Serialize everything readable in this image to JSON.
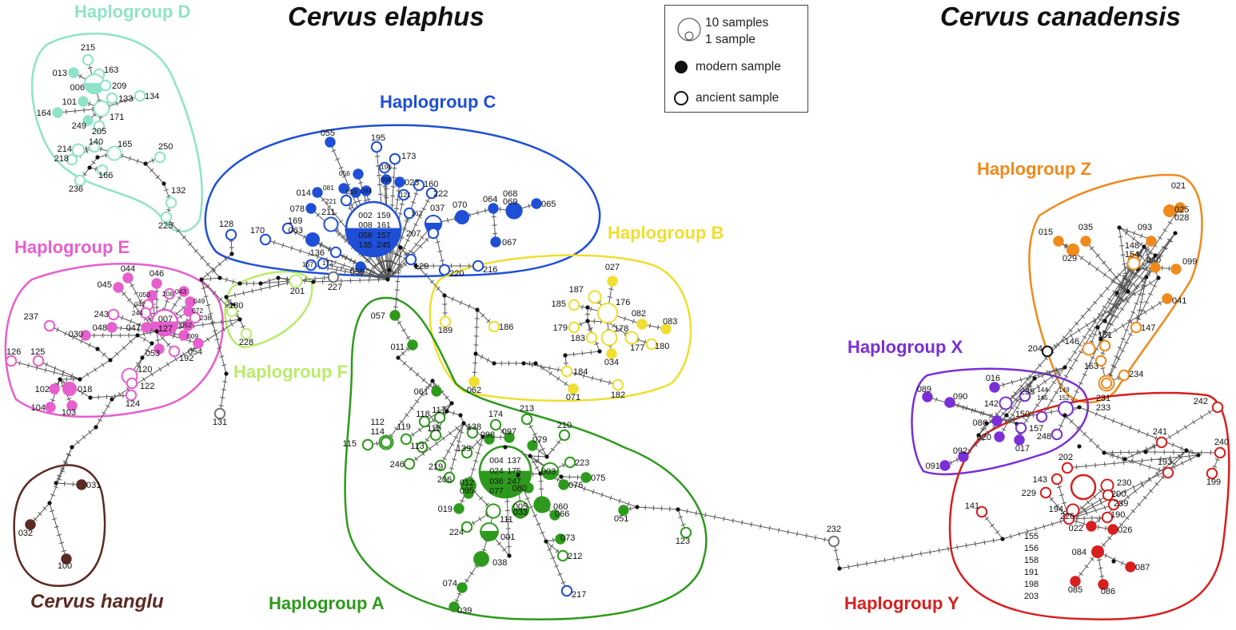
{
  "species": {
    "elaphus": "Cervus elaphus",
    "canadensis": "Cervus canadensis",
    "hanglu": "Cervus hanglu"
  },
  "haplogroups": {
    "A": {
      "label": "Haplogroup A",
      "color": "#2e9a1d"
    },
    "B": {
      "label": "Haplogroup B",
      "color": "#f0de30"
    },
    "C": {
      "label": "Haplogroup C",
      "color": "#1f4fd6"
    },
    "D": {
      "label": "Haplogroup D",
      "color": "#8fe3c8"
    },
    "E": {
      "label": "Haplogroup E",
      "color": "#e65fce"
    },
    "F": {
      "label": "Haplogroup F",
      "color": "#b8ec6a"
    },
    "X": {
      "label": "Haplogroup X",
      "color": "#7b2fd6"
    },
    "Y": {
      "label": "Haplogroup Y",
      "color": "#d81f1f"
    },
    "Z": {
      "label": "Haplogroup Z",
      "color": "#ef8a1c"
    },
    "hanglu": {
      "color": "#5b2a22"
    }
  },
  "legend": {
    "size_10": "10 samples",
    "size_1": "1 sample",
    "modern": "modern sample",
    "ancient": "ancient sample"
  },
  "nodes": [
    {
      "id": "215",
      "g": "D",
      "t": "a"
    },
    {
      "id": "163",
      "g": "D",
      "t": "a"
    },
    {
      "id": "013",
      "g": "D",
      "t": "m"
    },
    {
      "id": "006",
      "g": "D",
      "t": "h",
      "n": 8
    },
    {
      "id": "209",
      "g": "D",
      "t": "a"
    },
    {
      "id": "133",
      "g": "D",
      "t": "a"
    },
    {
      "id": "134",
      "g": "D",
      "t": "a"
    },
    {
      "id": "101",
      "g": "D",
      "t": "m"
    },
    {
      "id": "164",
      "g": "D",
      "t": "m"
    },
    {
      "id": "249",
      "g": "D",
      "t": "m"
    },
    {
      "id": "171",
      "g": "D",
      "t": "a",
      "n": 4
    },
    {
      "id": "205",
      "g": "D",
      "t": "a"
    },
    {
      "id": "214",
      "g": "D",
      "t": "a",
      "n": 2
    },
    {
      "id": "218",
      "g": "D",
      "t": "a"
    },
    {
      "id": "140",
      "g": "D",
      "t": "a"
    },
    {
      "id": "165",
      "g": "D",
      "t": "a",
      "n": 3
    },
    {
      "id": "166",
      "g": "D",
      "t": "a"
    },
    {
      "id": "236",
      "g": "D",
      "t": "a"
    },
    {
      "id": "250",
      "g": "D",
      "t": "a"
    },
    {
      "id": "132",
      "g": "D",
      "t": "a"
    },
    {
      "id": "225",
      "g": "D",
      "t": "a"
    },
    {
      "id": "044",
      "g": "E",
      "t": "m"
    },
    {
      "id": "046",
      "g": "E",
      "t": "m"
    },
    {
      "id": "045",
      "g": "E",
      "t": "m"
    },
    {
      "id": "050",
      "g": "E",
      "t": "m"
    },
    {
      "id": "208",
      "g": "E",
      "t": "a"
    },
    {
      "id": "043",
      "g": "E",
      "t": "m"
    },
    {
      "id": "049",
      "g": "E",
      "t": "m"
    },
    {
      "id": "072",
      "g": "E",
      "t": "m"
    },
    {
      "id": "042",
      "g": "E",
      "t": "a"
    },
    {
      "id": "244",
      "g": "E",
      "t": "a"
    },
    {
      "id": "243",
      "g": "E",
      "t": "a"
    },
    {
      "id": "238",
      "g": "E",
      "t": "a"
    },
    {
      "id": "237",
      "g": "E",
      "t": "a"
    },
    {
      "id": "048",
      "g": "E",
      "t": "m"
    },
    {
      "id": "047",
      "g": "E",
      "t": "m"
    },
    {
      "id": "052",
      "g": "E",
      "t": "m"
    },
    {
      "id": "030",
      "g": "E",
      "t": "m"
    },
    {
      "id": "009",
      "g": "E",
      "t": "m"
    },
    {
      "id": "054",
      "g": "E",
      "t": "m"
    },
    {
      "id": "053",
      "g": "E",
      "t": "m"
    },
    {
      "id": "192",
      "g": "E",
      "t": "a"
    },
    {
      "id": "126",
      "g": "E",
      "t": "a"
    },
    {
      "id": "125",
      "g": "E",
      "t": "a"
    },
    {
      "id": "120",
      "g": "E",
      "t": "a",
      "n": 4
    },
    {
      "id": "122",
      "g": "E",
      "t": "a"
    },
    {
      "id": "102",
      "g": "E",
      "t": "m"
    },
    {
      "id": "018",
      "g": "E",
      "t": "m",
      "n": 3
    },
    {
      "id": "124",
      "g": "E",
      "t": "a"
    },
    {
      "id": "104",
      "g": "E",
      "t": "m"
    },
    {
      "id": "103",
      "g": "E",
      "t": "m"
    },
    {
      "id": "130",
      "g": "F",
      "t": "a"
    },
    {
      "id": "201",
      "g": "F",
      "t": "a",
      "n": 2
    },
    {
      "id": "228",
      "g": "F",
      "t": "a"
    },
    {
      "id": "131",
      "g": "O",
      "t": "a"
    },
    {
      "id": "227",
      "g": "O",
      "t": "a"
    },
    {
      "id": "055",
      "g": "C",
      "t": "m"
    },
    {
      "id": "195",
      "g": "C",
      "t": "a"
    },
    {
      "id": "173",
      "g": "C",
      "t": "a"
    },
    {
      "id": "196",
      "g": "C",
      "t": "a"
    },
    {
      "id": "056",
      "g": "C",
      "t": "m"
    },
    {
      "id": "096",
      "g": "C",
      "t": "m"
    },
    {
      "id": "023",
      "g": "C",
      "t": "m"
    },
    {
      "id": "160",
      "g": "C",
      "t": "a"
    },
    {
      "id": "081",
      "g": "C",
      "t": "m"
    },
    {
      "id": "010",
      "g": "C",
      "t": "m"
    },
    {
      "id": "094",
      "g": "C",
      "t": "m"
    },
    {
      "id": "121",
      "g": "C",
      "t": "a"
    },
    {
      "id": "222",
      "g": "C",
      "t": "a"
    },
    {
      "id": "014",
      "g": "C",
      "t": "m"
    },
    {
      "id": "221",
      "g": "C",
      "t": "a"
    },
    {
      "id": "162",
      "g": "C",
      "t": "a"
    },
    {
      "id": "078",
      "g": "C",
      "t": "m"
    },
    {
      "id": "037",
      "g": "C",
      "t": "h",
      "n": 5
    },
    {
      "id": "070",
      "g": "C",
      "t": "m",
      "n": 3
    },
    {
      "id": "064",
      "g": "C",
      "t": "m"
    },
    {
      "id": "068",
      "g": "C",
      "t": "m",
      "n": 5
    },
    {
      "id": "069",
      "g": "C",
      "t": "m"
    },
    {
      "id": "065",
      "g": "C",
      "t": "m"
    },
    {
      "id": "128",
      "g": "C",
      "t": "a"
    },
    {
      "id": "169",
      "g": "C",
      "t": "a"
    },
    {
      "id": "211",
      "g": "C",
      "t": "a",
      "n": 3
    },
    {
      "id": "170",
      "g": "C",
      "t": "a"
    },
    {
      "id": "063",
      "g": "C",
      "t": "m",
      "n": 3
    },
    {
      "id": "207",
      "g": "C",
      "t": "a"
    },
    {
      "id": "067",
      "g": "C",
      "t": "m"
    },
    {
      "id": "136",
      "g": "C",
      "t": "a"
    },
    {
      "id": "167",
      "g": "C",
      "t": "a"
    },
    {
      "id": "172",
      "g": "C",
      "t": "a"
    },
    {
      "id": "059",
      "g": "C",
      "t": "m"
    },
    {
      "id": "129",
      "g": "C",
      "t": "a"
    },
    {
      "id": "220",
      "g": "C",
      "t": "a"
    },
    {
      "id": "216",
      "g": "C",
      "t": "a"
    },
    {
      "id": "027",
      "g": "B",
      "t": "m"
    },
    {
      "id": "187",
      "g": "B",
      "t": "a",
      "n": 2
    },
    {
      "id": "176",
      "g": "B",
      "t": "a",
      "n": 8
    },
    {
      "id": "185",
      "g": "B",
      "t": "a"
    },
    {
      "id": "082",
      "g": "B",
      "t": "m"
    },
    {
      "id": "083",
      "g": "B",
      "t": "m"
    },
    {
      "id": "179",
      "g": "B",
      "t": "a"
    },
    {
      "id": "178",
      "g": "B",
      "t": "a",
      "n": 4
    },
    {
      "id": "183",
      "g": "B",
      "t": "a"
    },
    {
      "id": "177",
      "g": "B",
      "t": "a",
      "n": 2
    },
    {
      "id": "180",
      "g": "B",
      "t": "a"
    },
    {
      "id": "034",
      "g": "B",
      "t": "m"
    },
    {
      "id": "189",
      "g": "B",
      "t": "a"
    },
    {
      "id": "186",
      "g": "B",
      "t": "a"
    },
    {
      "id": "184",
      "g": "B",
      "t": "a"
    },
    {
      "id": "062",
      "g": "B",
      "t": "m"
    },
    {
      "id": "071",
      "g": "B",
      "t": "m"
    },
    {
      "id": "182",
      "g": "B",
      "t": "a"
    },
    {
      "id": "057",
      "g": "A",
      "t": "m"
    },
    {
      "id": "011",
      "g": "A",
      "t": "m"
    },
    {
      "id": "061",
      "g": "A",
      "t": "m"
    },
    {
      "id": "112",
      "g": "A",
      "t": "a",
      "n": 3
    },
    {
      "id": "114",
      "g": "A",
      "t": "a"
    },
    {
      "id": "119",
      "g": "A",
      "t": "a"
    },
    {
      "id": "118",
      "g": "A",
      "t": "a"
    },
    {
      "id": "117",
      "g": "A",
      "t": "a"
    },
    {
      "id": "174",
      "g": "A",
      "t": "a"
    },
    {
      "id": "213",
      "g": "A",
      "t": "a"
    },
    {
      "id": "116",
      "g": "A",
      "t": "a"
    },
    {
      "id": "138",
      "g": "A",
      "t": "a"
    },
    {
      "id": "098",
      "g": "A",
      "t": "m"
    },
    {
      "id": "097",
      "g": "A",
      "t": "m"
    },
    {
      "id": "079",
      "g": "A",
      "t": "m"
    },
    {
      "id": "210",
      "g": "A",
      "t": "a"
    },
    {
      "id": "115",
      "g": "A",
      "t": "a"
    },
    {
      "id": "113",
      "g": "A",
      "t": "a"
    },
    {
      "id": "139",
      "g": "A",
      "t": "a"
    },
    {
      "id": "246",
      "g": "A",
      "t": "a"
    },
    {
      "id": "219",
      "g": "A",
      "t": "a"
    },
    {
      "id": "206",
      "g": "A",
      "t": "a"
    },
    {
      "id": "003",
      "g": "A",
      "t": "h",
      "n": 5
    },
    {
      "id": "223",
      "g": "A",
      "t": "a"
    },
    {
      "id": "075",
      "g": "A",
      "t": "m"
    },
    {
      "id": "012",
      "g": "A",
      "t": "m",
      "n": 4
    },
    {
      "id": "095",
      "g": "A",
      "t": "m"
    },
    {
      "id": "080",
      "g": "A",
      "t": "m"
    },
    {
      "id": "076",
      "g": "A",
      "t": "m"
    },
    {
      "id": "019",
      "g": "A",
      "t": "m"
    },
    {
      "id": "005",
      "g": "A",
      "t": "h",
      "n": 5
    },
    {
      "id": "033",
      "g": "A",
      "t": "m"
    },
    {
      "id": "060",
      "g": "A",
      "t": "m",
      "n": 5
    },
    {
      "id": "066",
      "g": "A",
      "t": "m"
    },
    {
      "id": "051",
      "g": "A",
      "t": "m"
    },
    {
      "id": "111",
      "g": "A",
      "t": "a",
      "n": 3
    },
    {
      "id": "224",
      "g": "A",
      "t": "a"
    },
    {
      "id": "001",
      "g": "A",
      "t": "h",
      "n": 6
    },
    {
      "id": "073",
      "g": "A",
      "t": "m"
    },
    {
      "id": "038",
      "g": "A",
      "t": "m",
      "n": 4
    },
    {
      "id": "212",
      "g": "A",
      "t": "a"
    },
    {
      "id": "123",
      "g": "A",
      "t": "a"
    },
    {
      "id": "217",
      "g": "C",
      "t": "a"
    },
    {
      "id": "074",
      "g": "A",
      "t": "m"
    },
    {
      "id": "039",
      "g": "A",
      "t": "m"
    },
    {
      "id": "031",
      "g": "hanglu",
      "t": "m"
    },
    {
      "id": "032",
      "g": "hanglu",
      "t": "m"
    },
    {
      "id": "100",
      "g": "hanglu",
      "t": "m"
    },
    {
      "id": "232",
      "g": "O",
      "t": "a"
    },
    {
      "id": "204",
      "g": "O2",
      "t": "a"
    },
    {
      "id": "021",
      "g": "Z",
      "t": "m"
    },
    {
      "id": "025",
      "g": "Z",
      "t": "m",
      "n": 2
    },
    {
      "id": "028",
      "g": "Z",
      "t": "m"
    },
    {
      "id": "015",
      "g": "Z",
      "t": "m"
    },
    {
      "id": "035",
      "g": "Z",
      "t": "m"
    },
    {
      "id": "093",
      "g": "Z",
      "t": "m"
    },
    {
      "id": "029",
      "g": "Z",
      "t": "m",
      "n": 2
    },
    {
      "id": "148",
      "g": "Z",
      "t": "a"
    },
    {
      "id": "154",
      "g": "Z",
      "t": "a",
      "n": 2
    },
    {
      "id": "040",
      "g": "Z",
      "t": "m"
    },
    {
      "id": "099",
      "g": "Z",
      "t": "m"
    },
    {
      "id": "041",
      "g": "Z",
      "t": "m"
    },
    {
      "id": "147",
      "g": "Z",
      "t": "a"
    },
    {
      "id": "146",
      "g": "Z",
      "t": "a",
      "n": 2
    },
    {
      "id": "151",
      "g": "Z",
      "t": "a"
    },
    {
      "id": "153",
      "g": "Z",
      "t": "a"
    },
    {
      "id": "234",
      "g": "Z",
      "t": "a"
    },
    {
      "id": "231",
      "g": "Z",
      "t": "a",
      "n": 4
    },
    {
      "id": "233",
      "g": "Z",
      "t": "a"
    },
    {
      "id": "016",
      "g": "X",
      "t": "m"
    },
    {
      "id": "089",
      "g": "X",
      "t": "m"
    },
    {
      "id": "090",
      "g": "X",
      "t": "m"
    },
    {
      "id": "142",
      "g": "X",
      "t": "a",
      "n": 2
    },
    {
      "id": "235",
      "g": "X",
      "t": "a"
    },
    {
      "id": "144",
      "g": "X",
      "t": "a"
    },
    {
      "id": "149",
      "g": "X",
      "t": "a",
      "n": 4
    },
    {
      "id": "145",
      "g": "X",
      "t": "a"
    },
    {
      "id": "152",
      "g": "X",
      "t": "a"
    },
    {
      "id": "150",
      "g": "X",
      "t": "a"
    },
    {
      "id": "086",
      "g": "X",
      "t": "m"
    },
    {
      "id": "157",
      "g": "X",
      "t": "a"
    },
    {
      "id": "020",
      "g": "X",
      "t": "m"
    },
    {
      "id": "248",
      "g": "X",
      "t": "a"
    },
    {
      "id": "017",
      "g": "X",
      "t": "m"
    },
    {
      "id": "092",
      "g": "X",
      "t": "m"
    },
    {
      "id": "091",
      "g": "X",
      "t": "m"
    },
    {
      "id": "242",
      "g": "Y",
      "t": "a"
    },
    {
      "id": "241",
      "g": "Y",
      "t": "a"
    },
    {
      "id": "240",
      "g": "Y",
      "t": "a"
    },
    {
      "id": "199",
      "g": "Y",
      "t": "a"
    },
    {
      "id": "193",
      "g": "Y",
      "t": "a"
    },
    {
      "id": "202",
      "g": "Y",
      "t": "a"
    },
    {
      "id": "143",
      "g": "Y",
      "t": "a"
    },
    {
      "id": "229",
      "g": "Y",
      "t": "a"
    },
    {
      "id": "230",
      "g": "Y",
      "t": "a",
      "n": 2
    },
    {
      "id": "200",
      "g": "Y",
      "t": "a"
    },
    {
      "id": "239",
      "g": "Y",
      "t": "a"
    },
    {
      "id": "194",
      "g": "Y",
      "t": "a",
      "n": 2
    },
    {
      "id": "190",
      "g": "Y",
      "t": "a"
    },
    {
      "id": "226",
      "g": "Y",
      "t": "a"
    },
    {
      "id": "141",
      "g": "Y",
      "t": "a"
    },
    {
      "id": "022",
      "g": "Y",
      "t": "m"
    },
    {
      "id": "026",
      "g": "Y",
      "t": "m"
    },
    {
      "id": "084",
      "g": "Y",
      "t": "m",
      "n": 2
    },
    {
      "id": "087",
      "g": "Y",
      "t": "m"
    },
    {
      "id": "085",
      "g": "Y",
      "t": "m"
    },
    {
      "id": "086b",
      "label": "086",
      "g": "Y",
      "t": "m"
    },
    {
      "id": "155",
      "g": "Y",
      "t": "a"
    },
    {
      "id": "156",
      "g": "Y",
      "t": "a"
    },
    {
      "id": "158",
      "g": "Y",
      "t": "a"
    },
    {
      "id": "191",
      "g": "Y",
      "t": "a"
    },
    {
      "id": "198",
      "g": "Y",
      "t": "a"
    },
    {
      "id": "203",
      "g": "Y",
      "t": "a"
    }
  ],
  "hub_labels": {
    "C": [
      "002",
      "159",
      "008",
      "161",
      "058",
      "157",
      "135",
      "245"
    ],
    "A": [
      "004",
      "137",
      "024",
      "175",
      "036",
      "247",
      "077"
    ],
    "E": [
      "007",
      "127"
    ],
    "X": [
      "144",
      "149",
      "145",
      "152"
    ],
    "Y": [
      "155",
      "156",
      "158",
      "191",
      "198",
      "203"
    ]
  }
}
